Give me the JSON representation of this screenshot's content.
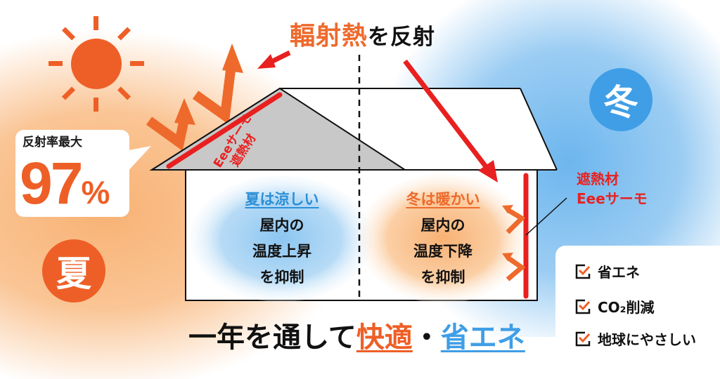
{
  "header": {
    "title_highlight": "輻射熱",
    "title_rest": "を反射"
  },
  "reflectivity": {
    "label": "反射率最大",
    "value": "97",
    "unit": "%"
  },
  "seasons": {
    "summer_badge": "夏",
    "winter_badge": "冬"
  },
  "roof_label": {
    "line1": "遮熱材",
    "line2": "Eeeサーモ"
  },
  "wall_label": {
    "line1": "遮熱材",
    "line2": "Eeeサーモ"
  },
  "summer_panel": {
    "heading": "夏は涼しい",
    "lines": [
      "屋内の",
      "温度上昇",
      "を抑制"
    ]
  },
  "winter_panel": {
    "heading": "冬は暖かい",
    "lines": [
      "屋内の",
      "温度下降",
      "を抑制"
    ]
  },
  "benefits": {
    "items": [
      {
        "label": "省エネ"
      },
      {
        "label": "CO₂削減"
      },
      {
        "label": "地球にやさしい"
      }
    ]
  },
  "slogan": {
    "prefix": "一年を通して",
    "highlight1": "快適",
    "separator": "・",
    "highlight2": "省エネ"
  },
  "colors": {
    "summer_orange": "#ee5f27",
    "winter_blue": "#3f9ee6",
    "insulation_red": "#e8201f",
    "roof_gray": "#c8c8c8"
  }
}
